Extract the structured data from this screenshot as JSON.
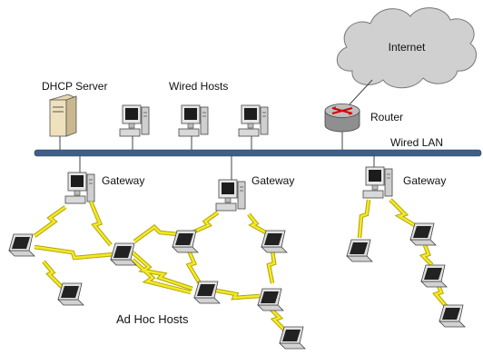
{
  "labels": {
    "internet": "Internet",
    "dhcp_server": "DHCP Server",
    "wired_hosts": "Wired Hosts",
    "router": "Router",
    "wired_lan": "Wired LAN",
    "gateway_1": "Gateway",
    "gateway_2": "Gateway",
    "gateway_3": "Gateway",
    "ad_hoc_hosts": "Ad Hoc Hosts"
  },
  "colors": {
    "bus": "#3f5f86",
    "wireless_link": "#f2ea2a",
    "wireless_outline": "#b6a400",
    "cloud": "#cfcfcf",
    "router": "#9c9c9c",
    "router_arrows": "#d40000"
  },
  "icons": [
    "server-icon",
    "desktop-computer-icon",
    "router-icon",
    "laptop-icon",
    "cloud-icon"
  ]
}
